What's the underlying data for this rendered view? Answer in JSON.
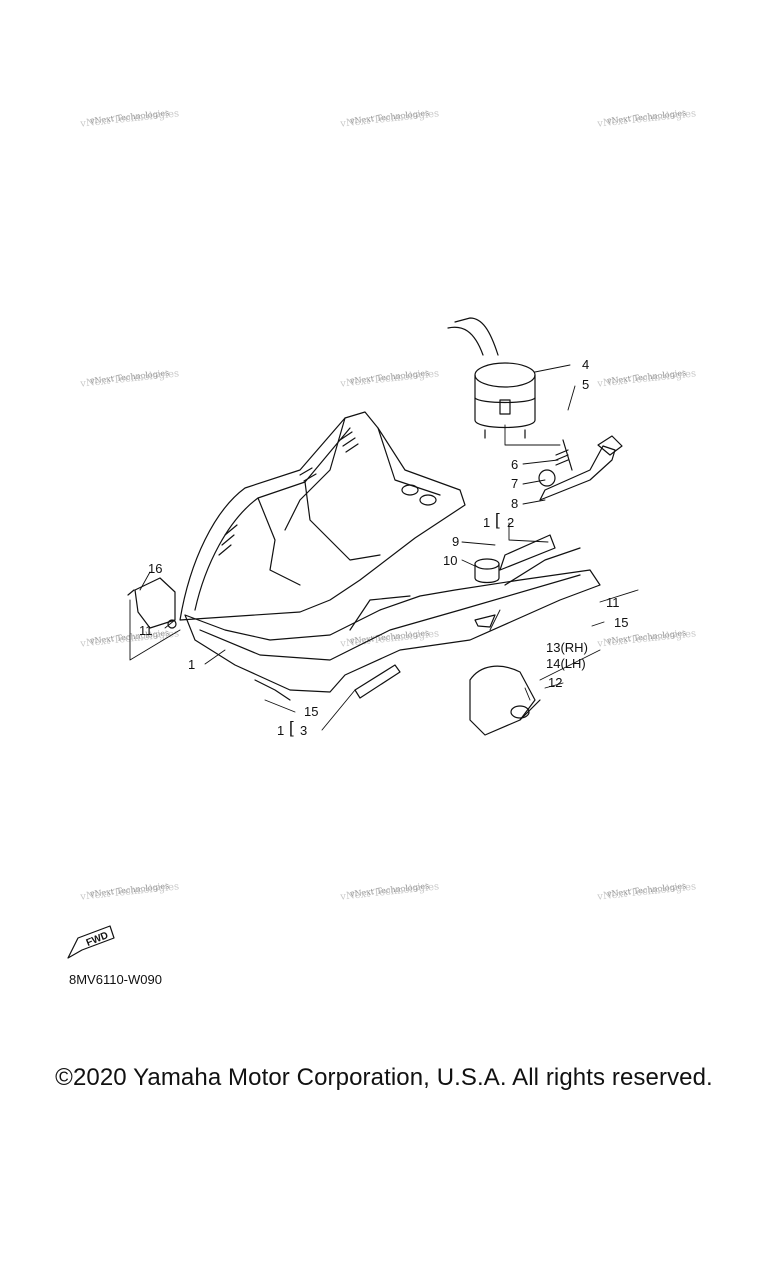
{
  "watermark": {
    "text": "vNext Technologies"
  },
  "callouts": {
    "c4": "4",
    "c5": "5",
    "c6": "6",
    "c7": "7",
    "c8": "8",
    "c12_a": "1",
    "c12_b": "2",
    "c9": "9",
    "c10": "10",
    "c16": "16",
    "c11_left": "11",
    "c11_right": "11",
    "c15_right": "15",
    "c13": "13(RH)",
    "c14": "14(LH)",
    "c12": "12",
    "c1": "1",
    "c15_bottom": "15",
    "c13_a": "1",
    "c13_b": "3"
  },
  "fwd_label": "FWD",
  "diagram_code": "8MV6110-W090",
  "copyright": "©2020 Yamaha Motor Corporation, U.S.A. All rights reserved."
}
